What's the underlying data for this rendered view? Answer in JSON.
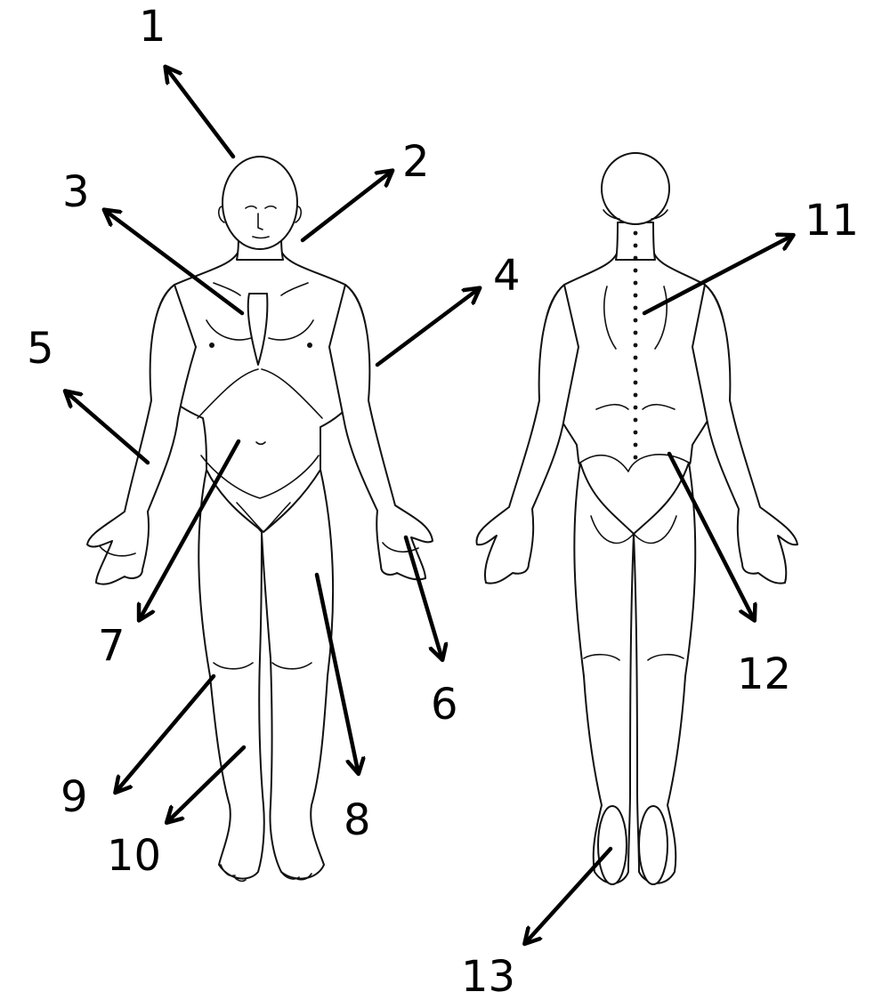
{
  "diagram": {
    "labels": [
      {
        "id": "1",
        "text": "1"
      },
      {
        "id": "2",
        "text": "2"
      },
      {
        "id": "3",
        "text": "3"
      },
      {
        "id": "4",
        "text": "4"
      },
      {
        "id": "5",
        "text": "5"
      },
      {
        "id": "6",
        "text": "6"
      },
      {
        "id": "7",
        "text": "7"
      },
      {
        "id": "8",
        "text": "8"
      },
      {
        "id": "9",
        "text": "9"
      },
      {
        "id": "10",
        "text": "10"
      },
      {
        "id": "11",
        "text": "11"
      },
      {
        "id": "12",
        "text": "12"
      },
      {
        "id": "13",
        "text": "13"
      }
    ],
    "colors": {
      "line": "#111111",
      "background": "#ffffff"
    }
  }
}
